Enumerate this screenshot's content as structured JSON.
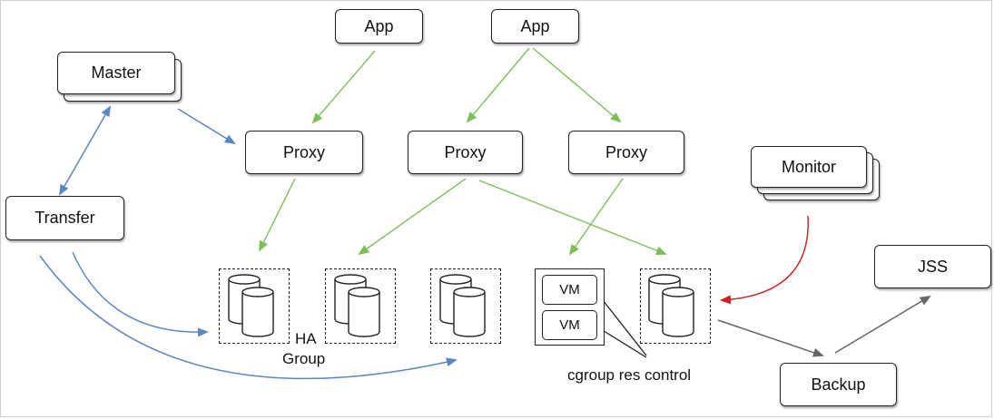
{
  "nodes": {
    "app_left": "App",
    "app_right": "App",
    "master": "Master",
    "proxy_left": "Proxy",
    "proxy_mid": "Proxy",
    "proxy_right": "Proxy",
    "monitor": "Monitor",
    "transfer": "Transfer",
    "jss": "JSS",
    "backup": "Backup"
  },
  "vms": [
    "VM",
    "VM"
  ],
  "labels": {
    "ha": "HA",
    "group": "Group",
    "cgroup": "cgroup res control"
  },
  "colors": {
    "green_arrow": "#7cbf5a",
    "blue_arrow": "#5b86c4",
    "red_arrow": "#cc1f1f",
    "gray_arrow": "#666666"
  }
}
